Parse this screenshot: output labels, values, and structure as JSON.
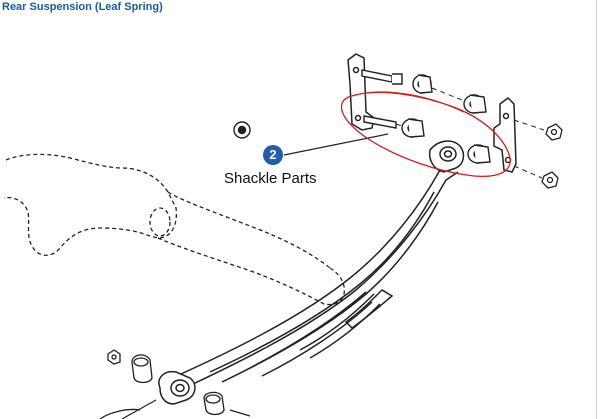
{
  "page": {
    "title": "Rear Suspension (Leaf Spring)"
  },
  "callouts": [
    {
      "number": "2",
      "label": "Shackle Parts"
    }
  ],
  "colors": {
    "title": "#1a5aa6",
    "callout_badge": "#1f5ea8",
    "highlight_circle": "#d81b1b",
    "line_art": "#222222",
    "background": "#ffffff",
    "right_rule": "#cfcfcf"
  }
}
